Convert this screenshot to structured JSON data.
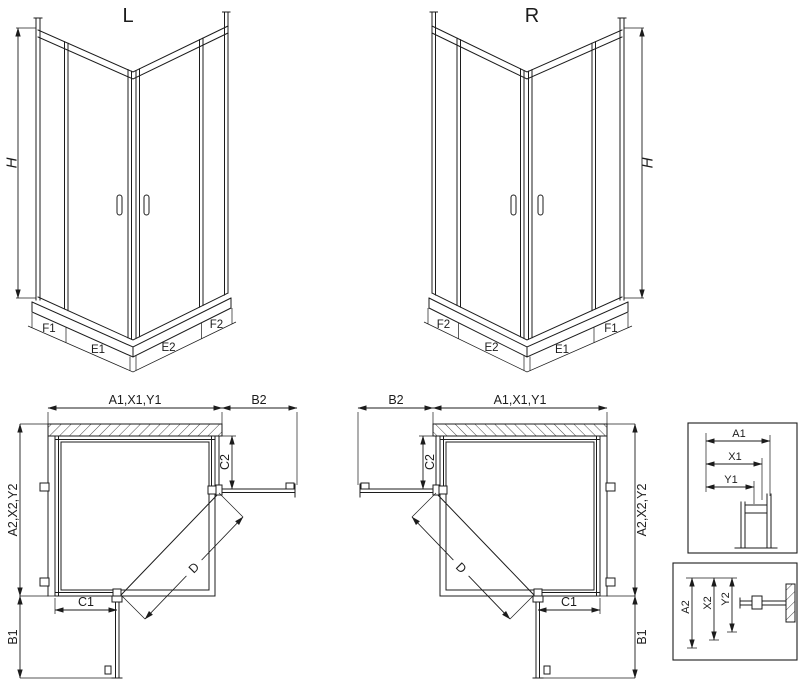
{
  "colors": {
    "line": "#1c1c1c",
    "bg": "#ffffff"
  },
  "front_left": {
    "title": "L",
    "height": "H",
    "cells": [
      "F1",
      "E1",
      "E2",
      "F2"
    ]
  },
  "front_right": {
    "title": "R",
    "height": "H",
    "cells": [
      "F2",
      "E2",
      "E1",
      "F1"
    ]
  },
  "plan_left": {
    "width_top": "A1,X1,Y1",
    "door_top": "B2",
    "depth_top": "C2",
    "depth_side": "A2,X2,Y2",
    "offset_bottom": "C1",
    "diagonal": "D",
    "door_side": "B1"
  },
  "plan_right": {
    "width_top": "A1,X1,Y1",
    "door_top": "B2",
    "depth_top": "C2",
    "depth_side": "A2,X2,Y2",
    "offset_bottom": "C1",
    "diagonal": "D",
    "door_side": "B1"
  },
  "detail_top": {
    "dims": [
      "A1",
      "X1",
      "Y1"
    ]
  },
  "detail_bottom": {
    "dims": [
      "A2",
      "X2",
      "Y2"
    ]
  }
}
